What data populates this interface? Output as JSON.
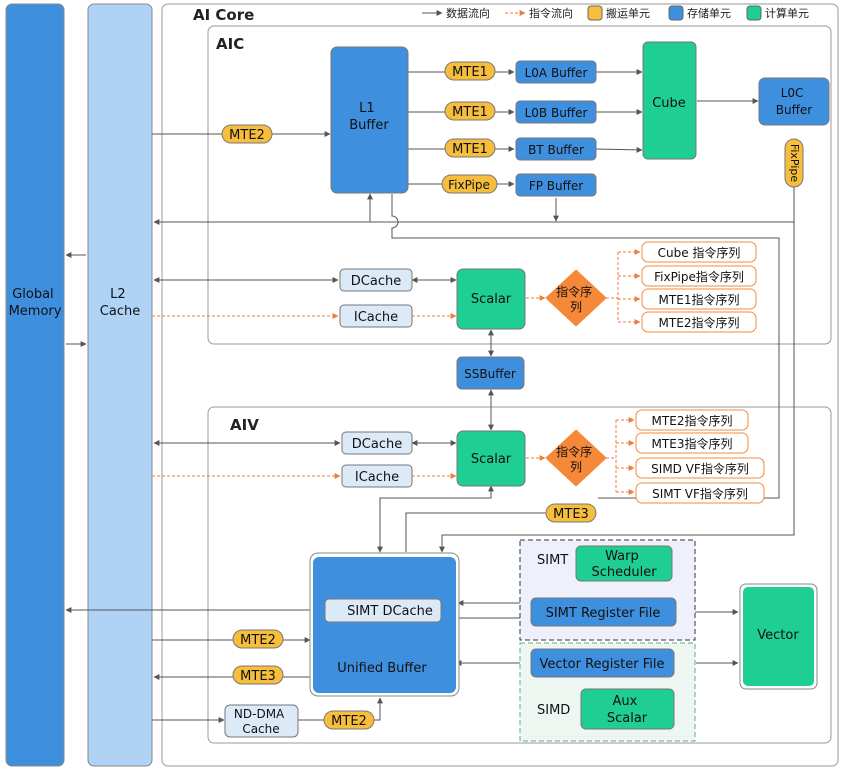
{
  "colors": {
    "transfer": "#F6BE3C",
    "storage": "#3F8FDF",
    "compute": "#1ECE93",
    "queue": "#F6883A",
    "l2": "#AFD3F5",
    "line": "#555555",
    "dash": "#EC7E3C"
  },
  "legend": {
    "data_flow": "数据流向",
    "instr_flow": "指令流向",
    "transfer_unit": "搬运单元",
    "storage_unit": "存储单元",
    "compute_unit": "计算单元"
  },
  "titles": {
    "ai_core": "AI Core",
    "aic": "AIC",
    "aiv": "AIV",
    "simt": "SIMT",
    "simd": "SIMD"
  },
  "left": {
    "global_memory": [
      "Global",
      "Memory"
    ],
    "l2_cache": [
      "L2",
      "Cache"
    ]
  },
  "aic": {
    "l1_buffer": [
      "L1",
      "Buffer"
    ],
    "mte2": "MTE2",
    "mte1_a": "MTE1",
    "mte1_b": "MTE1",
    "mte1_bt": "MTE1",
    "fixpipe_tag": "FixPipe",
    "l0a": "L0A Buffer",
    "l0b": "L0B Buffer",
    "bt": "BT Buffer",
    "fp": "FP Buffer",
    "cube": "Cube",
    "l0c": [
      "L0C",
      "Buffer"
    ],
    "fixpipe_vertical": "FixPipe",
    "dcache": "DCache",
    "icache": "ICache",
    "scalar": "Scalar",
    "queue": [
      "指令序",
      "列"
    ],
    "queues": [
      "Cube 指令序列",
      "FixPipe指令序列",
      "MTE1指令序列",
      "MTE2指令序列"
    ]
  },
  "ssbuffer": "SSBuffer",
  "aiv": {
    "dcache": "DCache",
    "icache": "ICache",
    "scalar": "Scalar",
    "queue": [
      "指令序",
      "列"
    ],
    "queues": [
      "MTE2指令序列",
      "MTE3指令序列",
      "SIMD VF指令序列",
      "SIMT VF指令序列"
    ],
    "mte3_top": "MTE3",
    "unified_buffer": "Unified Buffer",
    "simt_dcache": "SIMT DCache",
    "mte2_left": "MTE2",
    "mte3_left": "MTE3",
    "nd_dma": [
      "ND-DMA",
      "Cache"
    ],
    "mte2_bottom": "MTE2",
    "warp_scheduler": [
      "Warp",
      "Scheduler"
    ],
    "simt_register": "SIMT Register File",
    "vector_register": "Vector Register File",
    "aux_scalar": [
      "Aux",
      "Scalar"
    ],
    "vector": "Vector"
  }
}
